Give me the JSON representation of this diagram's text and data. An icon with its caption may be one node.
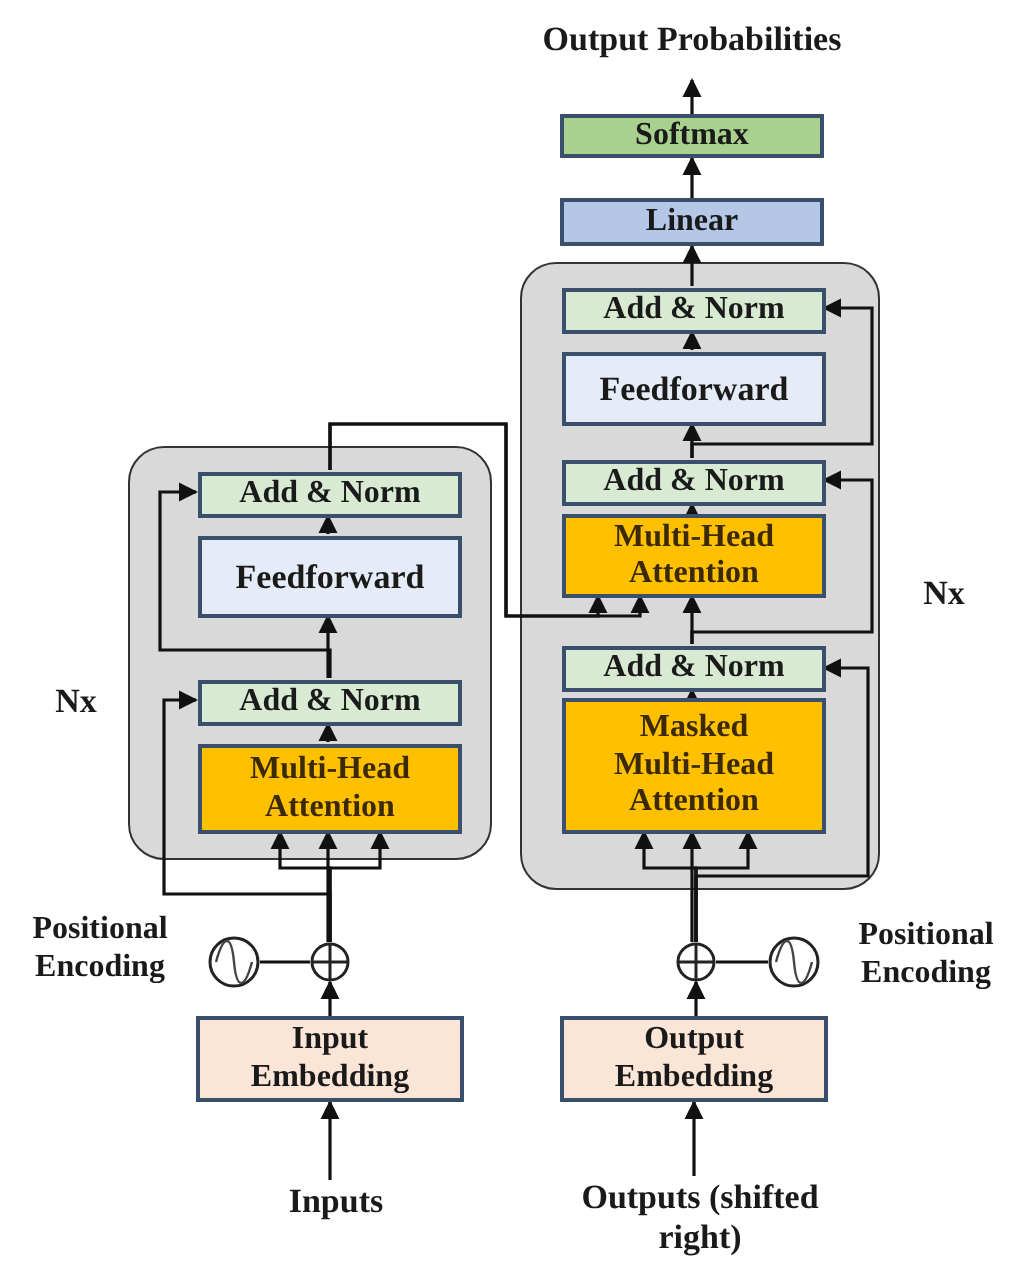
{
  "diagram": {
    "nodes": [
      {
        "text": [],
        "shape": "box",
        "beside": [
          "Nx"
        ]
      },
      {
        "text": [
          "Add & Norm"
        ],
        "in": 0
      },
      {
        "text": [
          "Feedforward"
        ],
        "in": 0
      },
      {
        "text": [
          "Add & Norm"
        ],
        "in": 0
      },
      {
        "text": [
          "Multi-Head Attention"
        ],
        "in": 0
      },
      {
        "text": [],
        "shape": "box",
        "beside": [
          "Nx"
        ]
      },
      {
        "text": [
          "Add & Norm"
        ],
        "in": 5
      },
      {
        "text": [
          "Feedforward"
        ],
        "in": 5
      },
      {
        "text": [
          "Add & Norm"
        ],
        "in": 5
      },
      {
        "text": [
          "Multi-Head Attention"
        ],
        "in": 5
      },
      {
        "text": [
          "Add & Norm"
        ],
        "in": 5
      },
      {
        "text": [
          "Masked Multi-Head Attention"
        ],
        "in": 5
      },
      {
        "text": [
          "Linear"
        ]
      },
      {
        "text": [
          "Softmax"
        ]
      },
      {
        "text": [
          "Output Probabilities"
        ]
      },
      {
        "text": [],
        "shape": "circle"
      },
      {
        "text": [],
        "shape": "circle"
      },
      {
        "text": [
          "Input Embedding"
        ]
      },
      {
        "text": [
          "Inputs"
        ]
      },
      {
        "text": [],
        "shape": "circle"
      },
      {
        "text": [],
        "shape": "circle"
      },
      {
        "text": [
          "Output Embedding"
        ]
      },
      {
        "text": [
          "Outputs (shifted right)"
        ]
      }
    ],
    "edges": [
      {
        "from": 18,
        "to": 17,
        "arrow": "to"
      },
      {
        "from": 17,
        "to": 16,
        "arrow": "to"
      },
      {
        "from": 15,
        "to": 16,
        "arrow": "none"
      },
      {
        "from": 16,
        "to": 4,
        "arrow": "to"
      },
      {
        "from": 16,
        "to": 3,
        "arrow": "to"
      },
      {
        "from": 4,
        "to": 3,
        "arrow": "to"
      },
      {
        "from": 3,
        "to": 2,
        "arrow": "to"
      },
      {
        "from": 3,
        "to": 1,
        "arrow": "to"
      },
      {
        "from": 2,
        "to": 1,
        "arrow": "to"
      },
      {
        "from": 1,
        "to": 9,
        "arrow": "to"
      },
      {
        "from": 22,
        "to": 21,
        "arrow": "to"
      },
      {
        "from": 21,
        "to": 19,
        "arrow": "to"
      },
      {
        "from": 20,
        "to": 19,
        "arrow": "none"
      },
      {
        "from": 19,
        "to": 11,
        "arrow": "to"
      },
      {
        "from": 19,
        "to": 10,
        "arrow": "to"
      },
      {
        "from": 11,
        "to": 10,
        "arrow": "to"
      },
      {
        "from": 10,
        "to": 9,
        "arrow": "to"
      },
      {
        "from": 10,
        "to": 8,
        "arrow": "to"
      },
      {
        "from": 9,
        "to": 8,
        "arrow": "to"
      },
      {
        "from": 8,
        "to": 7,
        "arrow": "to"
      },
      {
        "from": 8,
        "to": 6,
        "arrow": "to"
      },
      {
        "from": 7,
        "to": 6,
        "arrow": "to"
      },
      {
        "from": 6,
        "to": 12,
        "arrow": "to"
      },
      {
        "from": 12,
        "to": 13,
        "arrow": "to"
      },
      {
        "from": 13,
        "to": 14,
        "arrow": "to"
      },
      {
        "from": 16,
        "to": 4,
        "arrow": "to"
      },
      {
        "from": 16,
        "to": 4,
        "arrow": "to"
      },
      {
        "from": 19,
        "to": 11,
        "arrow": "to"
      },
      {
        "from": 19,
        "to": 11,
        "arrow": "to"
      },
      {
        "from": 1,
        "to": 9,
        "arrow": "to"
      }
    ],
    "labels": [
      "Positional Encoding",
      "Positional Encoding"
    ]
  }
}
